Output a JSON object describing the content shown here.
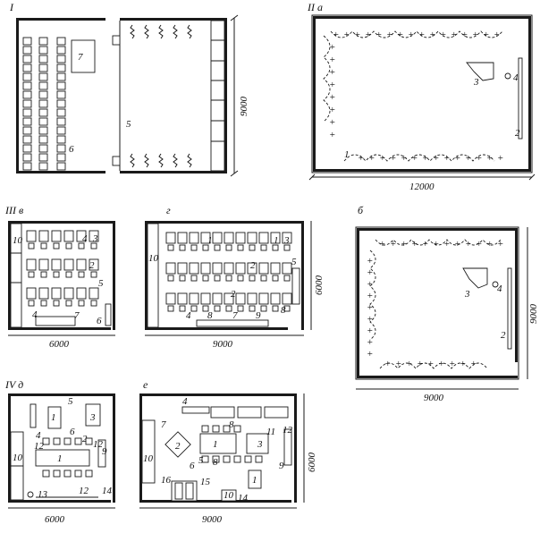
{
  "panels": [
    {
      "id": "I",
      "label": "I",
      "dims": [
        "9000"
      ]
    },
    {
      "id": "IIa",
      "label": "II a",
      "dims": [
        "12000"
      ]
    },
    {
      "id": "IIIv",
      "label": "III в",
      "dims": [
        "6000"
      ]
    },
    {
      "id": "g",
      "label": "г",
      "dims": [
        "9000",
        "6000"
      ]
    },
    {
      "id": "b",
      "label": "б",
      "dims": [
        "9000",
        "9000"
      ]
    },
    {
      "id": "IVd",
      "label": "IV д",
      "dims": [
        "6000"
      ]
    },
    {
      "id": "e",
      "label": "е",
      "dims": [
        "9000",
        "6000"
      ]
    }
  ],
  "callouts": {
    "I": [
      "7",
      "5",
      "6"
    ],
    "IIa": [
      "1",
      "3",
      "4",
      "2"
    ],
    "IIIv": [
      "10",
      "4",
      "3",
      "2",
      "5",
      "4",
      "7",
      "6"
    ],
    "g": [
      "1",
      "1",
      "3",
      "2",
      "2",
      "5",
      "10",
      "4",
      "8",
      "7",
      "9",
      "8"
    ],
    "b": [
      "3",
      "4",
      "2"
    ],
    "IVd": [
      "1",
      "5",
      "3",
      "6",
      "2",
      "12",
      "9",
      "4",
      "10",
      "1",
      "12",
      "13",
      "12",
      "14"
    ],
    "e": [
      "4",
      "7",
      "2",
      "1",
      "8",
      "3",
      "11",
      "12",
      "10",
      "16",
      "15",
      "1",
      "10",
      "14",
      "5",
      "6",
      "9",
      "8"
    ]
  }
}
